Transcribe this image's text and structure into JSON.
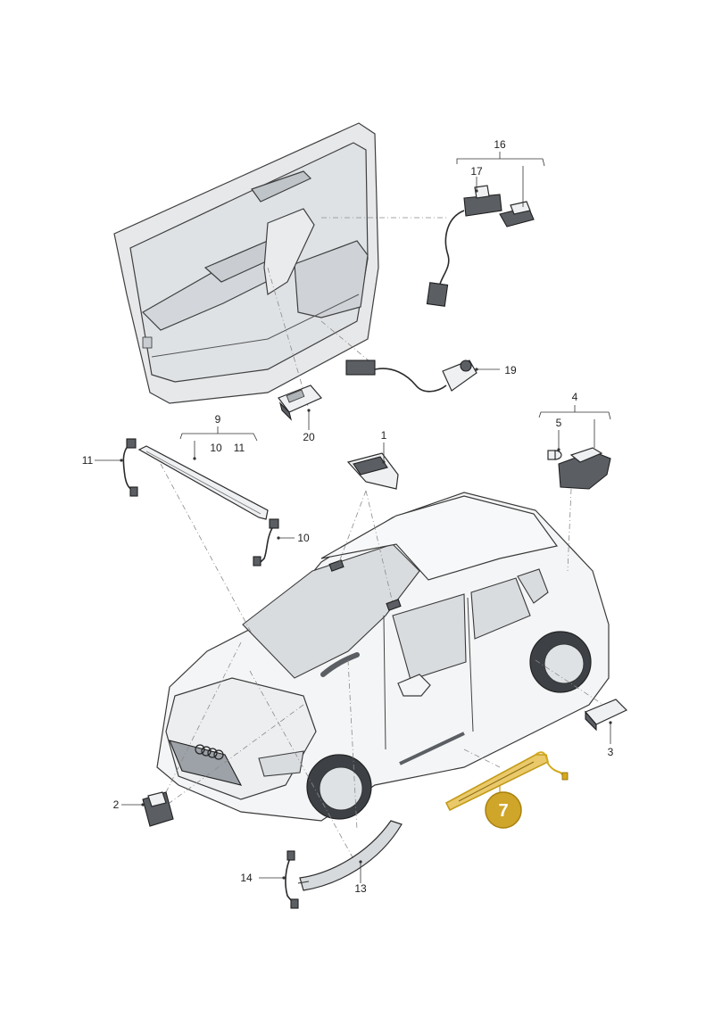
{
  "callouts": {
    "c1": "1",
    "c2": "2",
    "c3": "3",
    "c4": "4",
    "c5": "5",
    "c7": "7",
    "c9": "9",
    "c10a": "10",
    "c11a": "11",
    "c10b": "10",
    "c11b": "11",
    "c13": "13",
    "c14": "14",
    "c16": "16",
    "c17": "17",
    "c19": "19",
    "c20": "20"
  },
  "highlight": {
    "color": "#d4a91c",
    "fill": "#cfa52a"
  }
}
